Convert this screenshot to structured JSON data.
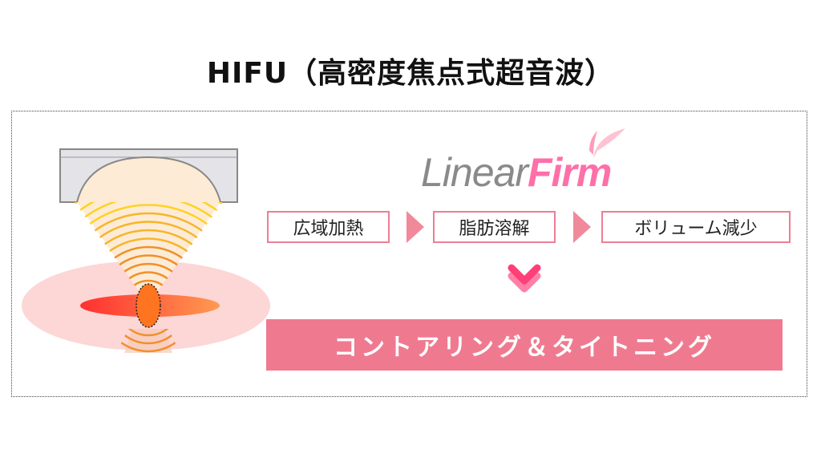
{
  "title": "HIFU（高密度焦点式超音波）",
  "logo": {
    "part1": "Linear",
    "part2": "Firm"
  },
  "steps": [
    "広域加熱",
    "脂肪溶解",
    "ボリューム減少"
  ],
  "result": "コントアリング＆タイトニング",
  "colors": {
    "accent": "#ef7a90",
    "logo_pink": "#ff6fa8",
    "step_border": "#ee7d95",
    "arrow": "#f08a9b",
    "chevron": "#ff3f78"
  }
}
